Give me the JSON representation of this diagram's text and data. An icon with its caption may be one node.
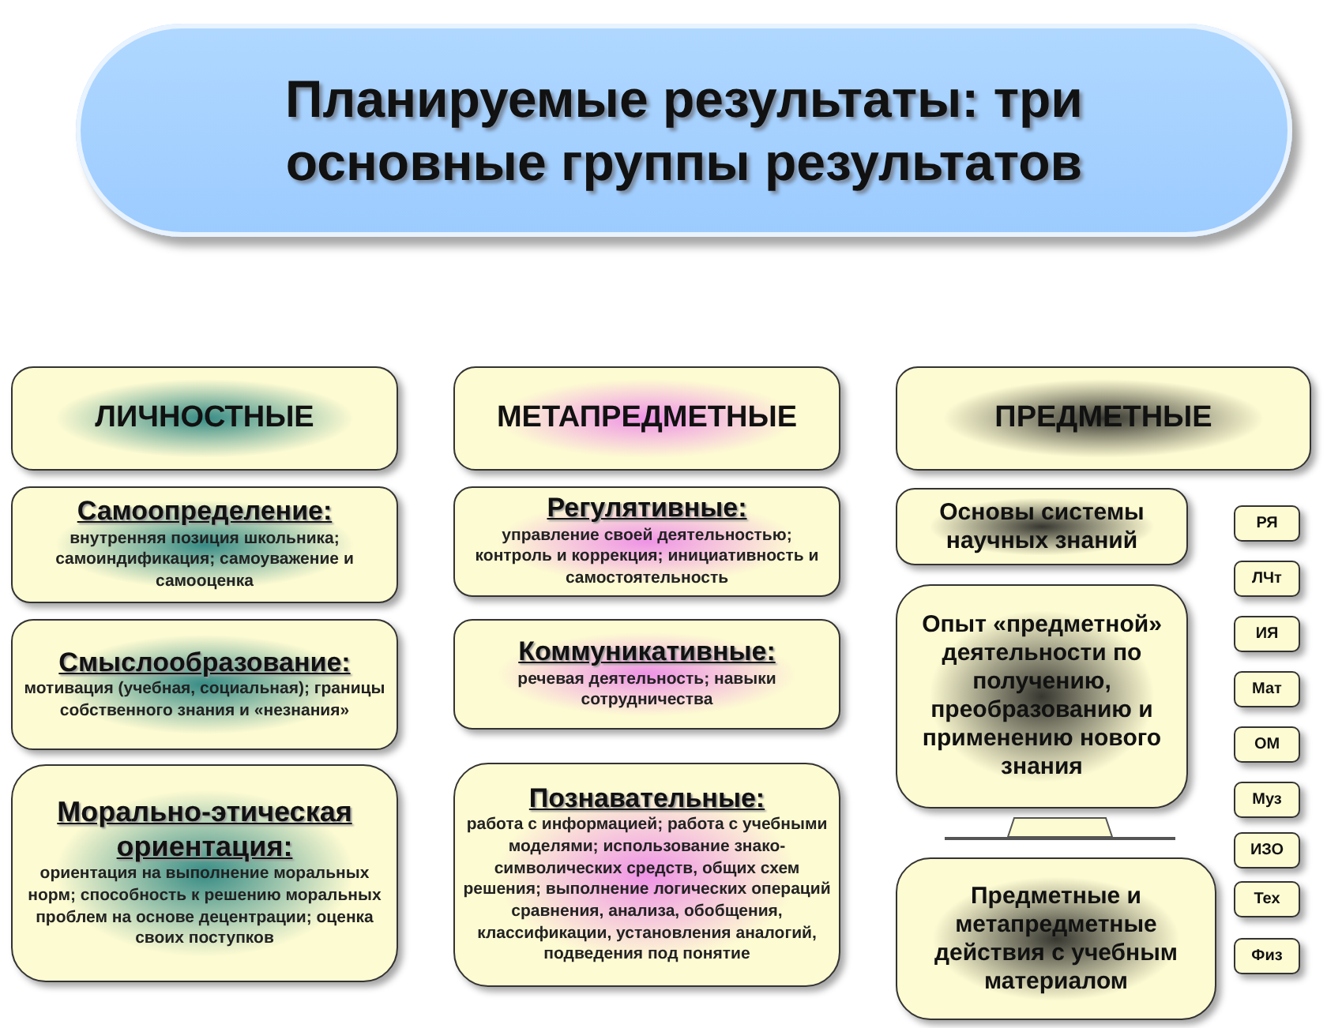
{
  "diagram": {
    "title": "Планируемые результаты: три основные группы результатов",
    "nodes": [
      {
        "text": [
          "ЛИЧНОСТНЫЕ"
        ]
      },
      {
        "text": [
          "МЕТАПРЕДМЕТНЫЕ"
        ]
      },
      {
        "text": [
          "ПРЕДМЕТНЫЕ"
        ]
      },
      {
        "text": [
          "Самоопределение:",
          "внутренняя позиция школьника; самоиндификация; самоуважение и самооценка"
        ]
      },
      {
        "text": [
          "Смыслообразование:",
          "мотивация (учебная, социальная); границы собственного знания и «незнания»"
        ]
      },
      {
        "text": [
          "Морально-этическая ориентация:",
          "ориентация на выполнение моральных норм; способность к решению моральных проблем на основе децентрации; оценка своих поступков"
        ]
      },
      {
        "text": [
          "Регулятивные:",
          "управление своей деятельностью; контроль и коррекция; инициативность и самостоятельность"
        ]
      },
      {
        "text": [
          "Коммуникативные:",
          "речевая деятельность; навыки сотрудничества"
        ]
      },
      {
        "text": [
          "Познавательные:",
          "работа с информацией; работа с учебными моделями; использование знако-символических средств, общих схем решения; выполнение логических операций сравнения, анализа, обобщения, классификации, установления аналогий, подведения под понятие"
        ]
      },
      {
        "text": [
          "Основы системы научных знаний"
        ]
      },
      {
        "text": [
          "Опыт «предметной» деятельности по получению, преобразованию и применению нового знания"
        ]
      },
      {
        "text": [
          "Предметные и метапредметные действия с учебным материалом"
        ]
      },
      {
        "text": [
          "РЯ"
        ]
      },
      {
        "text": [
          "ЛЧт"
        ]
      },
      {
        "text": [
          "ИЯ"
        ]
      },
      {
        "text": [
          "Мат"
        ]
      },
      {
        "text": [
          "ОМ"
        ]
      },
      {
        "text": [
          "Муз"
        ]
      },
      {
        "text": [
          "ИЗО"
        ]
      },
      {
        "text": [
          "Тех"
        ]
      },
      {
        "text": [
          "Физ"
        ]
      }
    ]
  }
}
